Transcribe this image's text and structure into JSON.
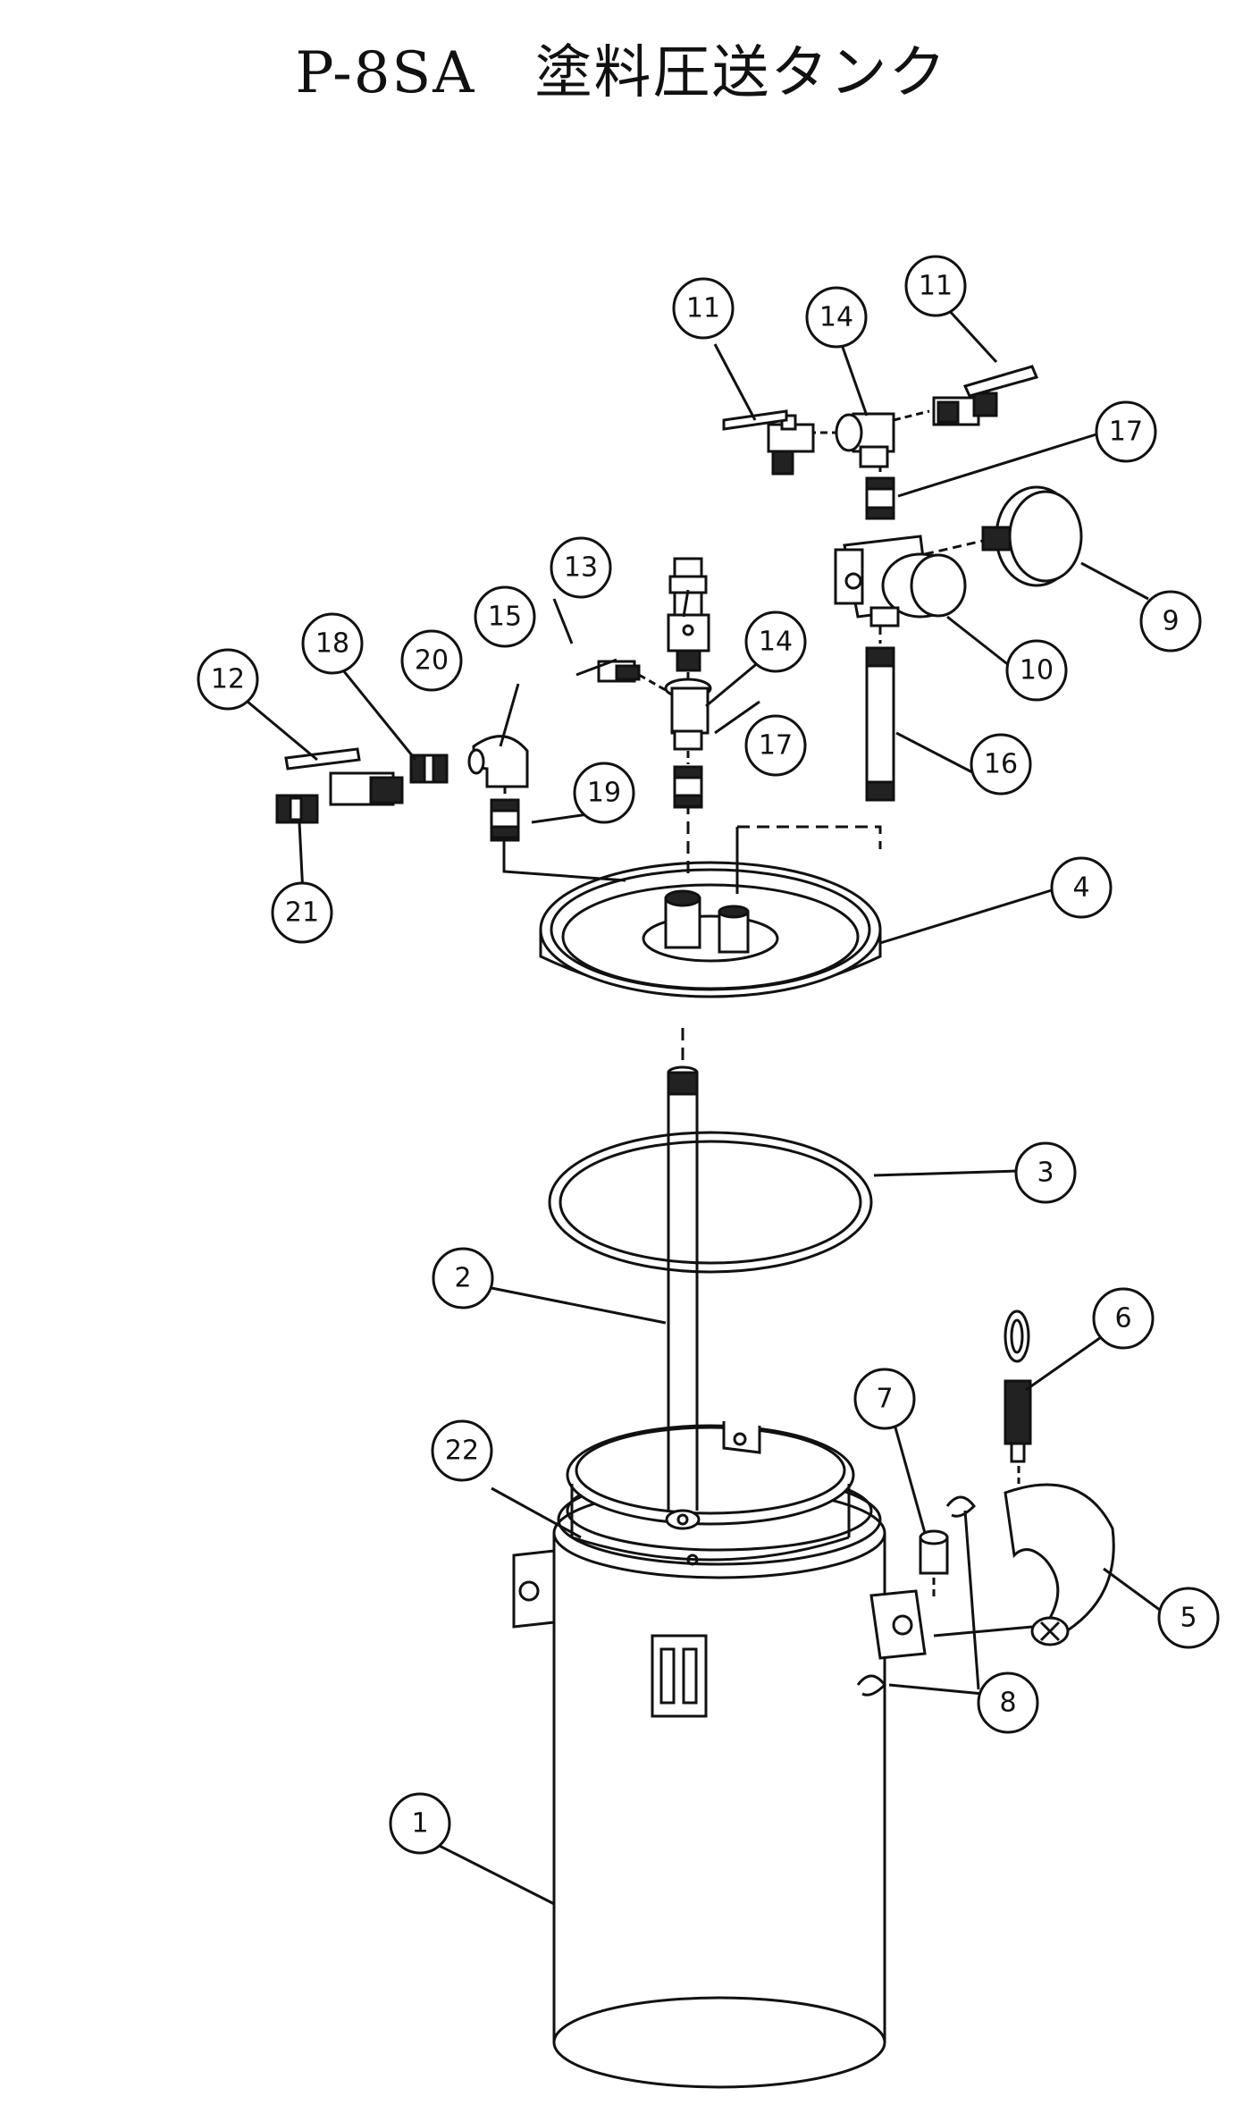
{
  "title": "P-8SA　塗料圧送タンク",
  "callouts": [
    "1",
    "2",
    "3",
    "4",
    "5",
    "6",
    "7",
    "8",
    "9",
    "10",
    "11",
    "12",
    "13",
    "14",
    "15",
    "16",
    "17",
    "18",
    "19",
    "20",
    "21",
    "22"
  ],
  "colors": {
    "line": "#111111",
    "fill": "#ffffff",
    "dark": "#1a1a1a"
  }
}
